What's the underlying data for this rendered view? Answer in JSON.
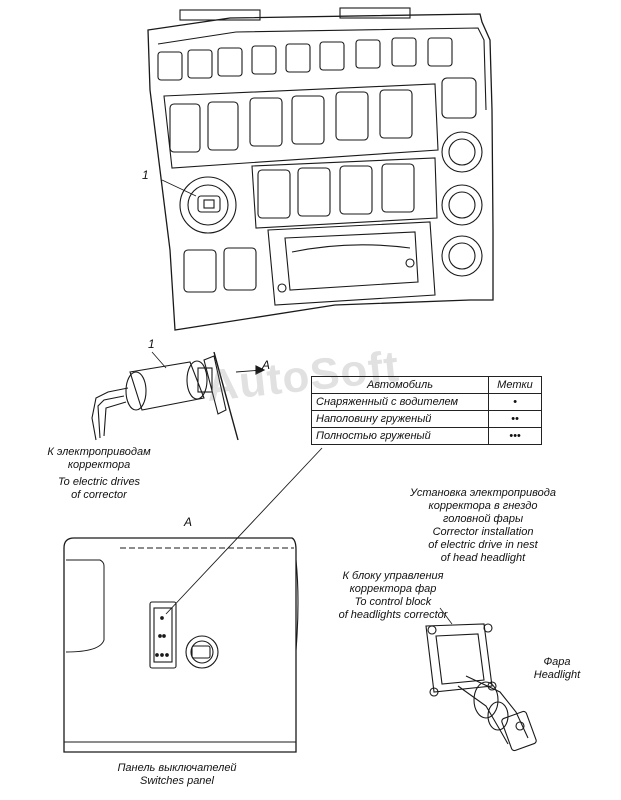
{
  "callouts": {
    "item1_top": "1",
    "item1_mid": "1",
    "view_arrow": "A",
    "view_title": "A"
  },
  "watermark": "AutoSoft",
  "table": {
    "header": {
      "vehicle": "Автомобиль",
      "marks": "Метки"
    },
    "rows": [
      {
        "label": "Снаряженный с водителем",
        "mark": "•"
      },
      {
        "label": "Наполовину груженый",
        "mark": "••"
      },
      {
        "label": "Полностью груженый",
        "mark": "•••"
      }
    ]
  },
  "labels": {
    "electric_drives_ru_1": "К электроприводам",
    "electric_drives_ru_2": "корректора",
    "electric_drives_en_1": "To electric drives",
    "electric_drives_en_2": "of corrector",
    "install_ru_1": "Установка электропривода",
    "install_ru_2": "корректора в гнездо",
    "install_ru_3": "головной фары",
    "install_en_1": "Corrector installation",
    "install_en_2": "of electric drive in nest",
    "install_en_3": "of head headlight",
    "control_ru_1": "К блоку управления",
    "control_ru_2": "корректора фар",
    "control_en_1": "To control block",
    "control_en_2": "of headlights corrector",
    "headlight_ru": "Фара",
    "headlight_en": "Headlight",
    "panel_ru": "Панель выключателей",
    "panel_en": "Switches panel"
  }
}
